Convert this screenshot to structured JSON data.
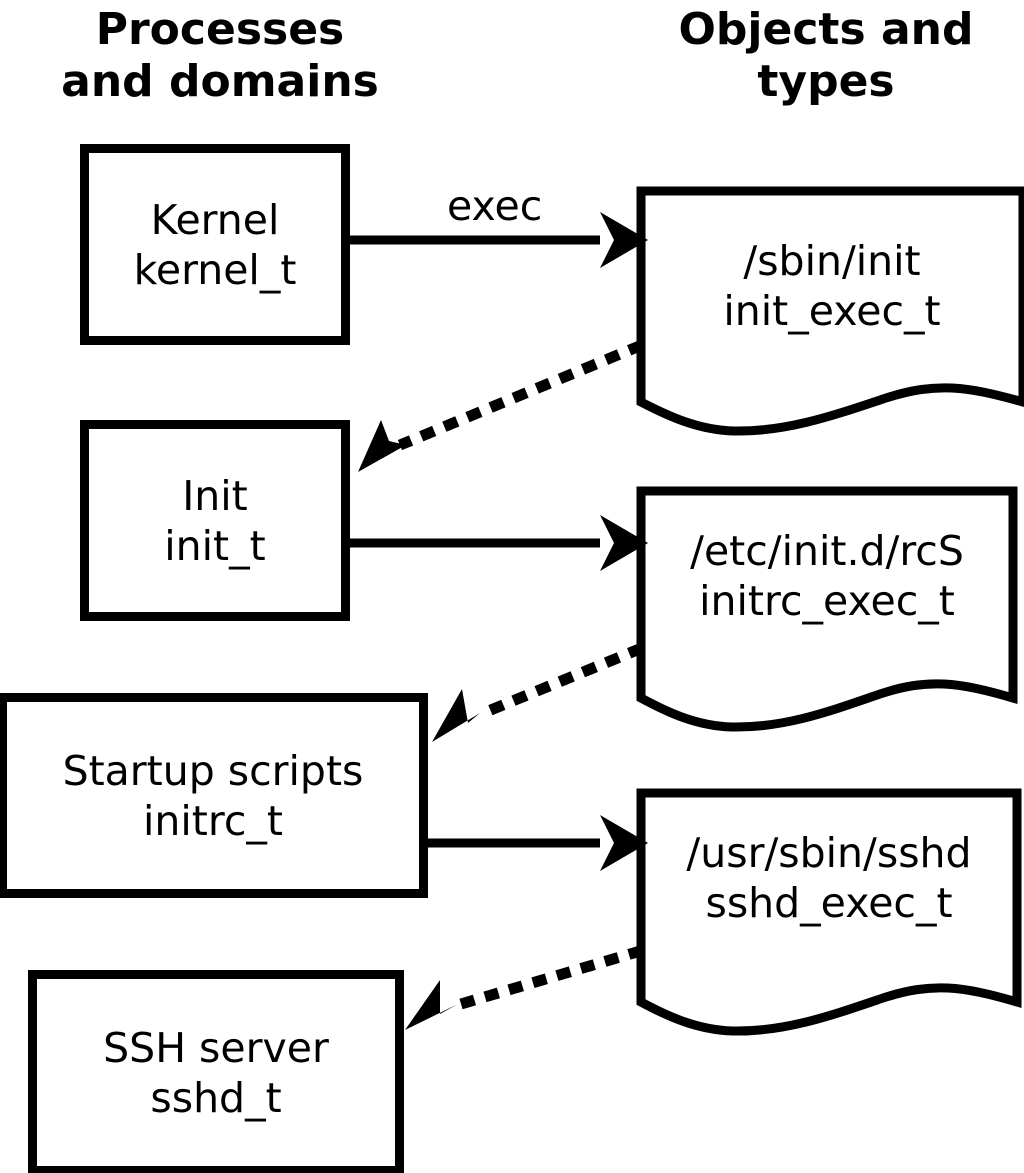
{
  "diagram": {
    "title_absent": true,
    "columns": {
      "left": {
        "header": "Processes\nand domains"
      },
      "right": {
        "header": "Objects and\ntypes"
      }
    },
    "process_nodes": [
      {
        "id": "kernel",
        "line1": "Kernel",
        "line2": "kernel_t"
      },
      {
        "id": "init",
        "line1": "Init",
        "line2": "init_t"
      },
      {
        "id": "initrc",
        "line1": "Startup scripts",
        "line2": "initrc_t"
      },
      {
        "id": "sshd",
        "line1": "SSH server",
        "line2": "sshd_t"
      }
    ],
    "object_nodes": [
      {
        "id": "init_exec",
        "line1": "/sbin/init",
        "line2": "init_exec_t"
      },
      {
        "id": "initrc_exec",
        "line1": "/etc/init.d/rcS",
        "line2": "initrc_exec_t"
      },
      {
        "id": "sshd_exec",
        "line1": "/usr/sbin/sshd",
        "line2": "sshd_exec_t"
      }
    ],
    "edges": [
      {
        "id": "e1",
        "from": "kernel",
        "to": "init_exec",
        "style": "solid",
        "label": "exec"
      },
      {
        "id": "e2",
        "from": "init_exec",
        "to": "init",
        "style": "dotted",
        "label": ""
      },
      {
        "id": "e3",
        "from": "init",
        "to": "initrc_exec",
        "style": "solid",
        "label": ""
      },
      {
        "id": "e4",
        "from": "initrc_exec",
        "to": "initrc",
        "style": "dotted",
        "label": ""
      },
      {
        "id": "e5",
        "from": "initrc",
        "to": "sshd_exec",
        "style": "solid",
        "label": ""
      },
      {
        "id": "e6",
        "from": "sshd_exec",
        "to": "sshd",
        "style": "dotted",
        "label": ""
      }
    ],
    "colors": {
      "stroke": "#000000",
      "fill": "#ffffff",
      "text": "#000000"
    }
  }
}
